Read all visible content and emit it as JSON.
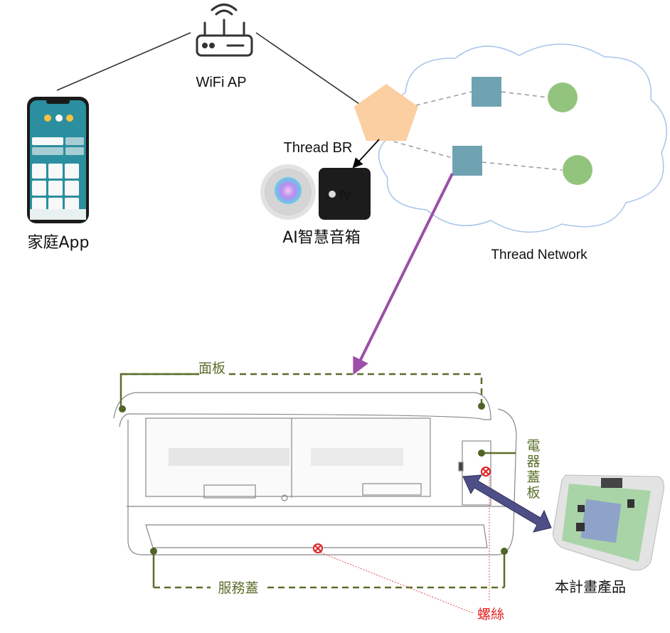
{
  "nodes": {
    "wifi_ap": "WiFi AP",
    "home_app": "家庭App",
    "thread_br": "Thread BR",
    "smart_speaker": "AI智慧音箱",
    "thread_network": "Thread Network",
    "apple_tv_logo": "tv",
    "product": "本計畫產品"
  },
  "ac_unit": {
    "panel": "面板",
    "service_cover": "服務蓋",
    "electrical_cover": [
      "電",
      "器",
      "蓋",
      "板"
    ],
    "screw": "螺絲"
  },
  "colors": {
    "border_router": "#fbcfa1",
    "thread_router": "#6fa3b1",
    "thread_end_device": "#93c47d",
    "cloud_outline": "#a9c4ea",
    "purple_arrow": "#9b4fa8",
    "double_arrow": "#4f4f88",
    "annotation": "#5a6e2a",
    "screw_marker": "#e02020"
  }
}
